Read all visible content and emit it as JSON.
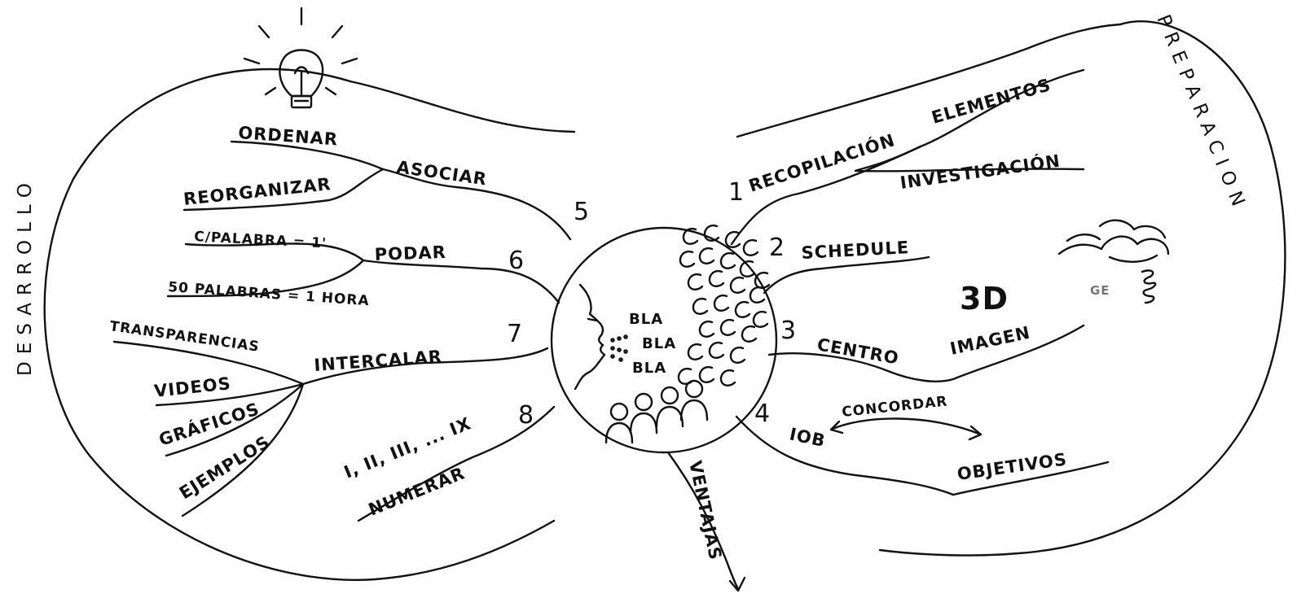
{
  "diagram": {
    "side_labels": {
      "left": "DESARROLLO",
      "right": "PREPARACION"
    },
    "center": {
      "speech": [
        "BLA",
        "BLA",
        "BLA"
      ]
    },
    "left_branches": {
      "asociar": {
        "number": "5",
        "label": "ASOCIAR",
        "children": [
          "ORDENAR",
          "REORGANIZAR"
        ]
      },
      "podar": {
        "number": "6",
        "label": "PODAR",
        "children": [
          "C/PALABRA = 1'",
          "50 PALABRAS = 1 HORA"
        ]
      },
      "intercalar": {
        "number": "7",
        "label": "INTERCALAR",
        "children": [
          "TRANSPARENCIAS",
          "VIDEOS",
          "GRÁFICOS",
          "EJEMPLOS"
        ]
      },
      "numerar": {
        "number": "8",
        "label": "NUMERAR",
        "note": "I, II, III, ... IX"
      }
    },
    "right_branches": {
      "recopilacion": {
        "number": "1",
        "label": "RECOPILACIÓN",
        "children": [
          "ELEMENTOS",
          "INVESTIGACIÓN"
        ]
      },
      "schedule": {
        "number": "2",
        "label": "SCHEDULE"
      },
      "centro": {
        "number": "3",
        "label": "CENTRO",
        "children": [
          "IMAGEN"
        ],
        "note": "3D"
      },
      "iob": {
        "number": "4",
        "label": "IOB",
        "arrow_label": "CONCORDAR",
        "children": [
          "OBJETIVOS"
        ]
      }
    },
    "bottom_branch": {
      "label": "VENTAJAS"
    },
    "cloud_caption": "GE"
  }
}
